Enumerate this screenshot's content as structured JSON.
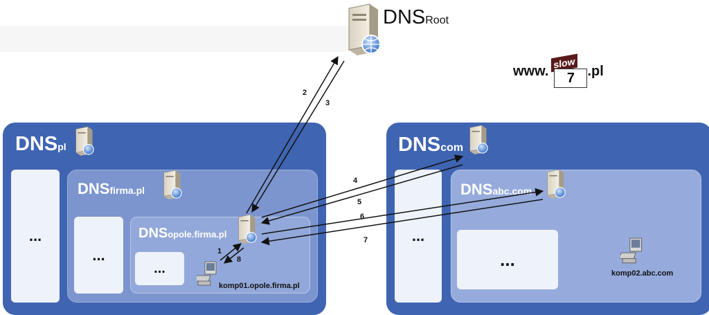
{
  "root": {
    "name": "DNS",
    "suffix": "Root"
  },
  "zones": {
    "pl": {
      "name": "DNS",
      "suffix": "pl"
    },
    "firma": {
      "name": "DNS",
      "suffix": "firma.pl"
    },
    "opole": {
      "name": "DNS",
      "suffix": "opole.firma.pl"
    },
    "com": {
      "name": "DNS",
      "suffix": "com"
    },
    "abc": {
      "name": "DNS",
      "suffix": "abc.com"
    }
  },
  "placeholders": {
    "pl": "...",
    "firma": "...",
    "opole": "...",
    "com": "...",
    "abc": "..."
  },
  "hosts": {
    "komp01": "komp01.opole.firma.pl",
    "komp02": "komp02.abc.com"
  },
  "edges": [
    "1",
    "2",
    "3",
    "4",
    "5",
    "6",
    "7",
    "8"
  ],
  "logo": {
    "prefix": "www.",
    "badge_top": "slow",
    "badge_bottom": "7",
    "suffix": ".pl"
  }
}
